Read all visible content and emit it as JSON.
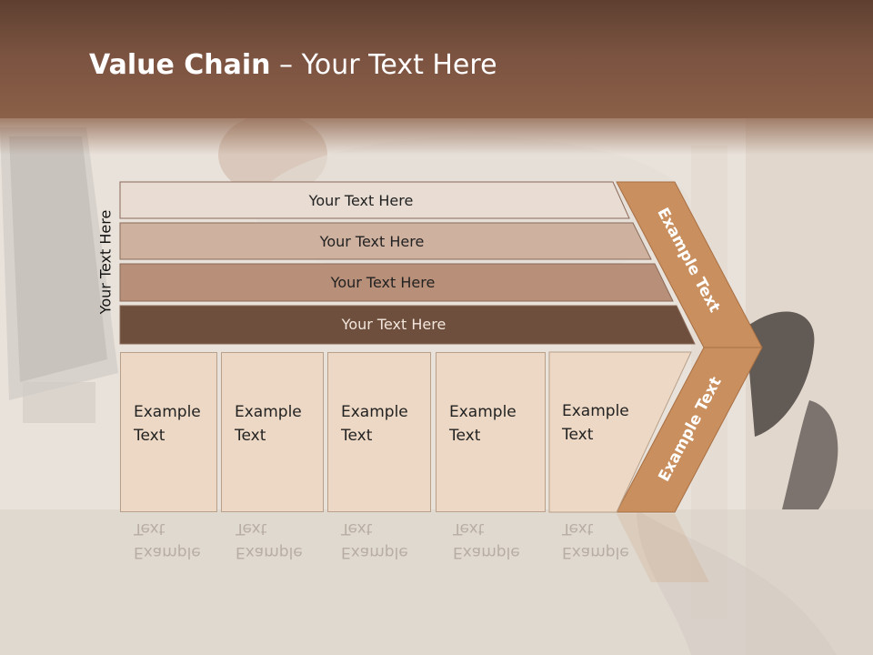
{
  "title": {
    "bold": "Value Chain",
    "rest": " – Your Text Here"
  },
  "side_label": "Your Text Here",
  "bars": [
    {
      "label": "Your Text Here",
      "color": "#e8dcd3"
    },
    {
      "label": "Your Text Here",
      "color": "#cfb1a0"
    },
    {
      "label": "Your Text Here",
      "color": "#b88f78"
    },
    {
      "label": "Your Text Here",
      "color": "#6e4e3c"
    }
  ],
  "boxes": [
    {
      "text": "Example\nText"
    },
    {
      "text": "Example\nText"
    },
    {
      "text": "Example\nText"
    },
    {
      "text": "Example\nText"
    },
    {
      "text": "Example\nText"
    }
  ],
  "chevron": {
    "top_text": "Example Text",
    "bottom_text": "Example Text",
    "color": "#c98f5e"
  }
}
